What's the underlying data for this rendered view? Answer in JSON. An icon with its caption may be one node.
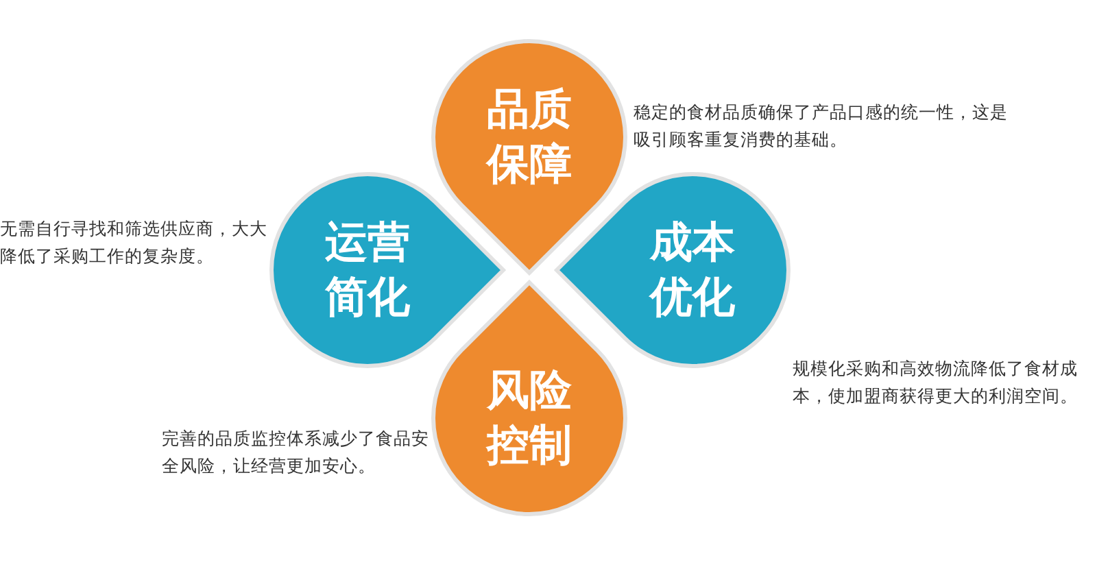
{
  "diagram": {
    "nodes": [
      {
        "text": [
          "品质保障"
        ],
        "beside": [
          "稳定的食材品质确保了产品口感的统一性，这是吸引顾客重复消费的基础。"
        ]
      },
      {
        "text": [
          "运营简化"
        ],
        "beside": [
          "无需自行寻找和筛选供应商，大大降低了采购工作的复杂度。"
        ]
      },
      {
        "text": [
          "成本优化"
        ],
        "beside": [
          "规模化采购和高效物流降低了食材成本，使加盟商获得更大的利润空间。"
        ]
      },
      {
        "text": [
          "风险控制"
        ],
        "beside": [
          "完善的品质监控体系减少了食品安全风险，让经营更加安心。"
        ]
      }
    ],
    "edges": []
  }
}
